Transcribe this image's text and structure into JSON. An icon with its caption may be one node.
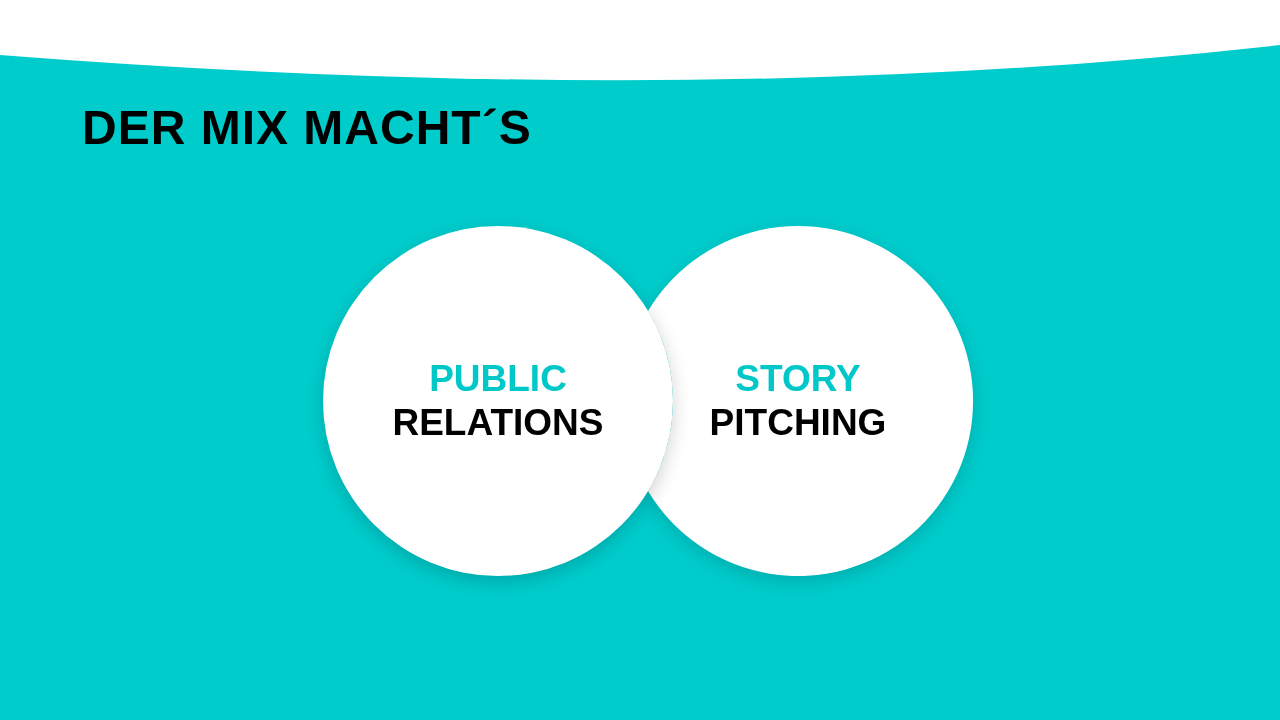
{
  "diagram": {
    "title": "DER MIX MACHT´S",
    "nodes": [
      {
        "text": [
          "PUBLIC",
          "RELATIONS"
        ]
      },
      {
        "text": [
          "STORY",
          "PITCHING"
        ]
      }
    ]
  }
}
